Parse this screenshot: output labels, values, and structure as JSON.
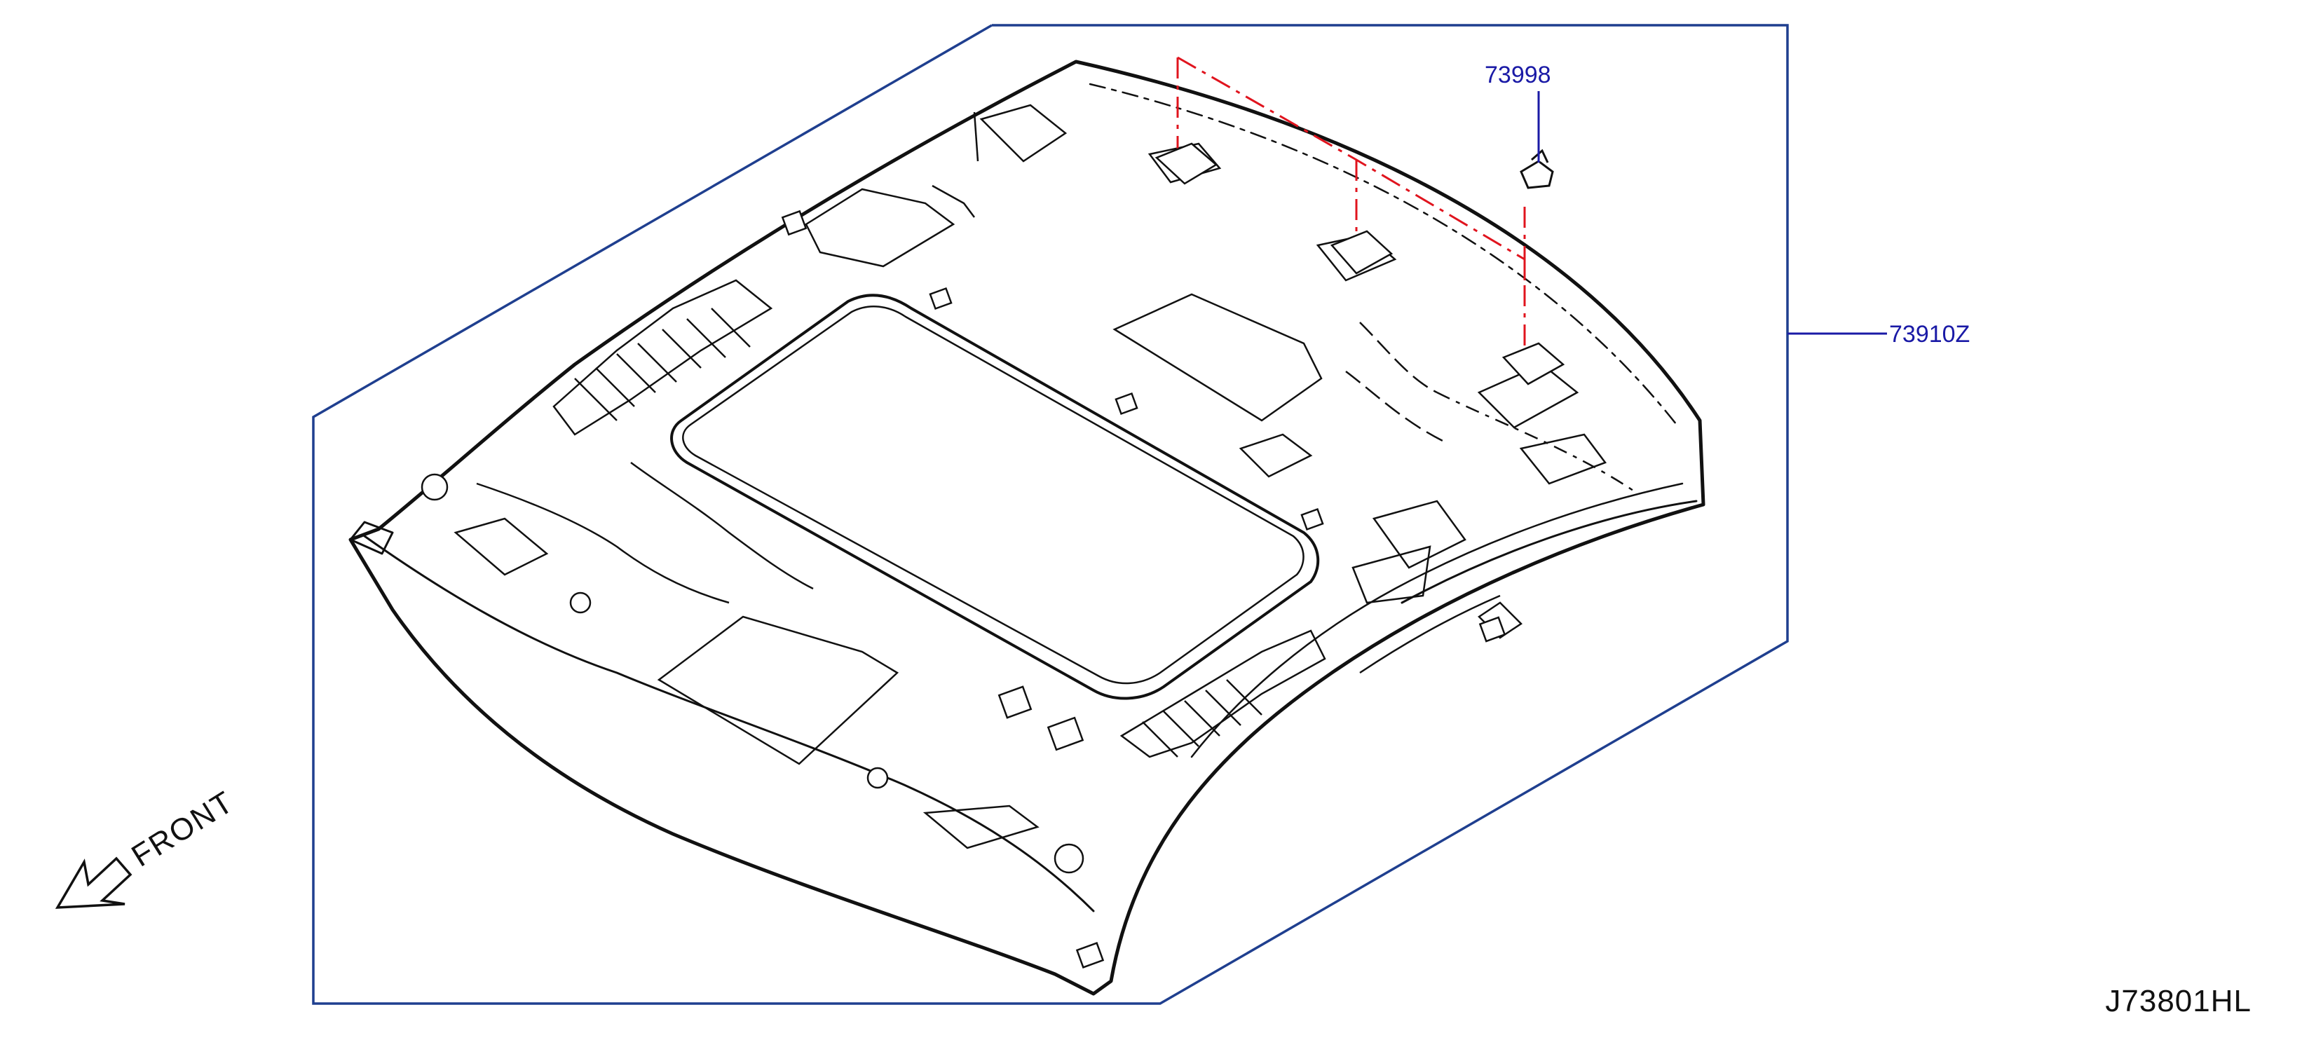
{
  "diagram": {
    "callouts": [
      {
        "id": "clip",
        "label": "73998"
      },
      {
        "id": "headlining",
        "label": "73910Z"
      }
    ],
    "direction_label": "FRONT",
    "diagram_id": "J73801HL",
    "colors": {
      "frame": "#1f3f8f",
      "callout_text": "#1a1aa6",
      "leader": "#1a1aa6",
      "phantom": "#e0141e",
      "part_line": "#111111"
    }
  }
}
